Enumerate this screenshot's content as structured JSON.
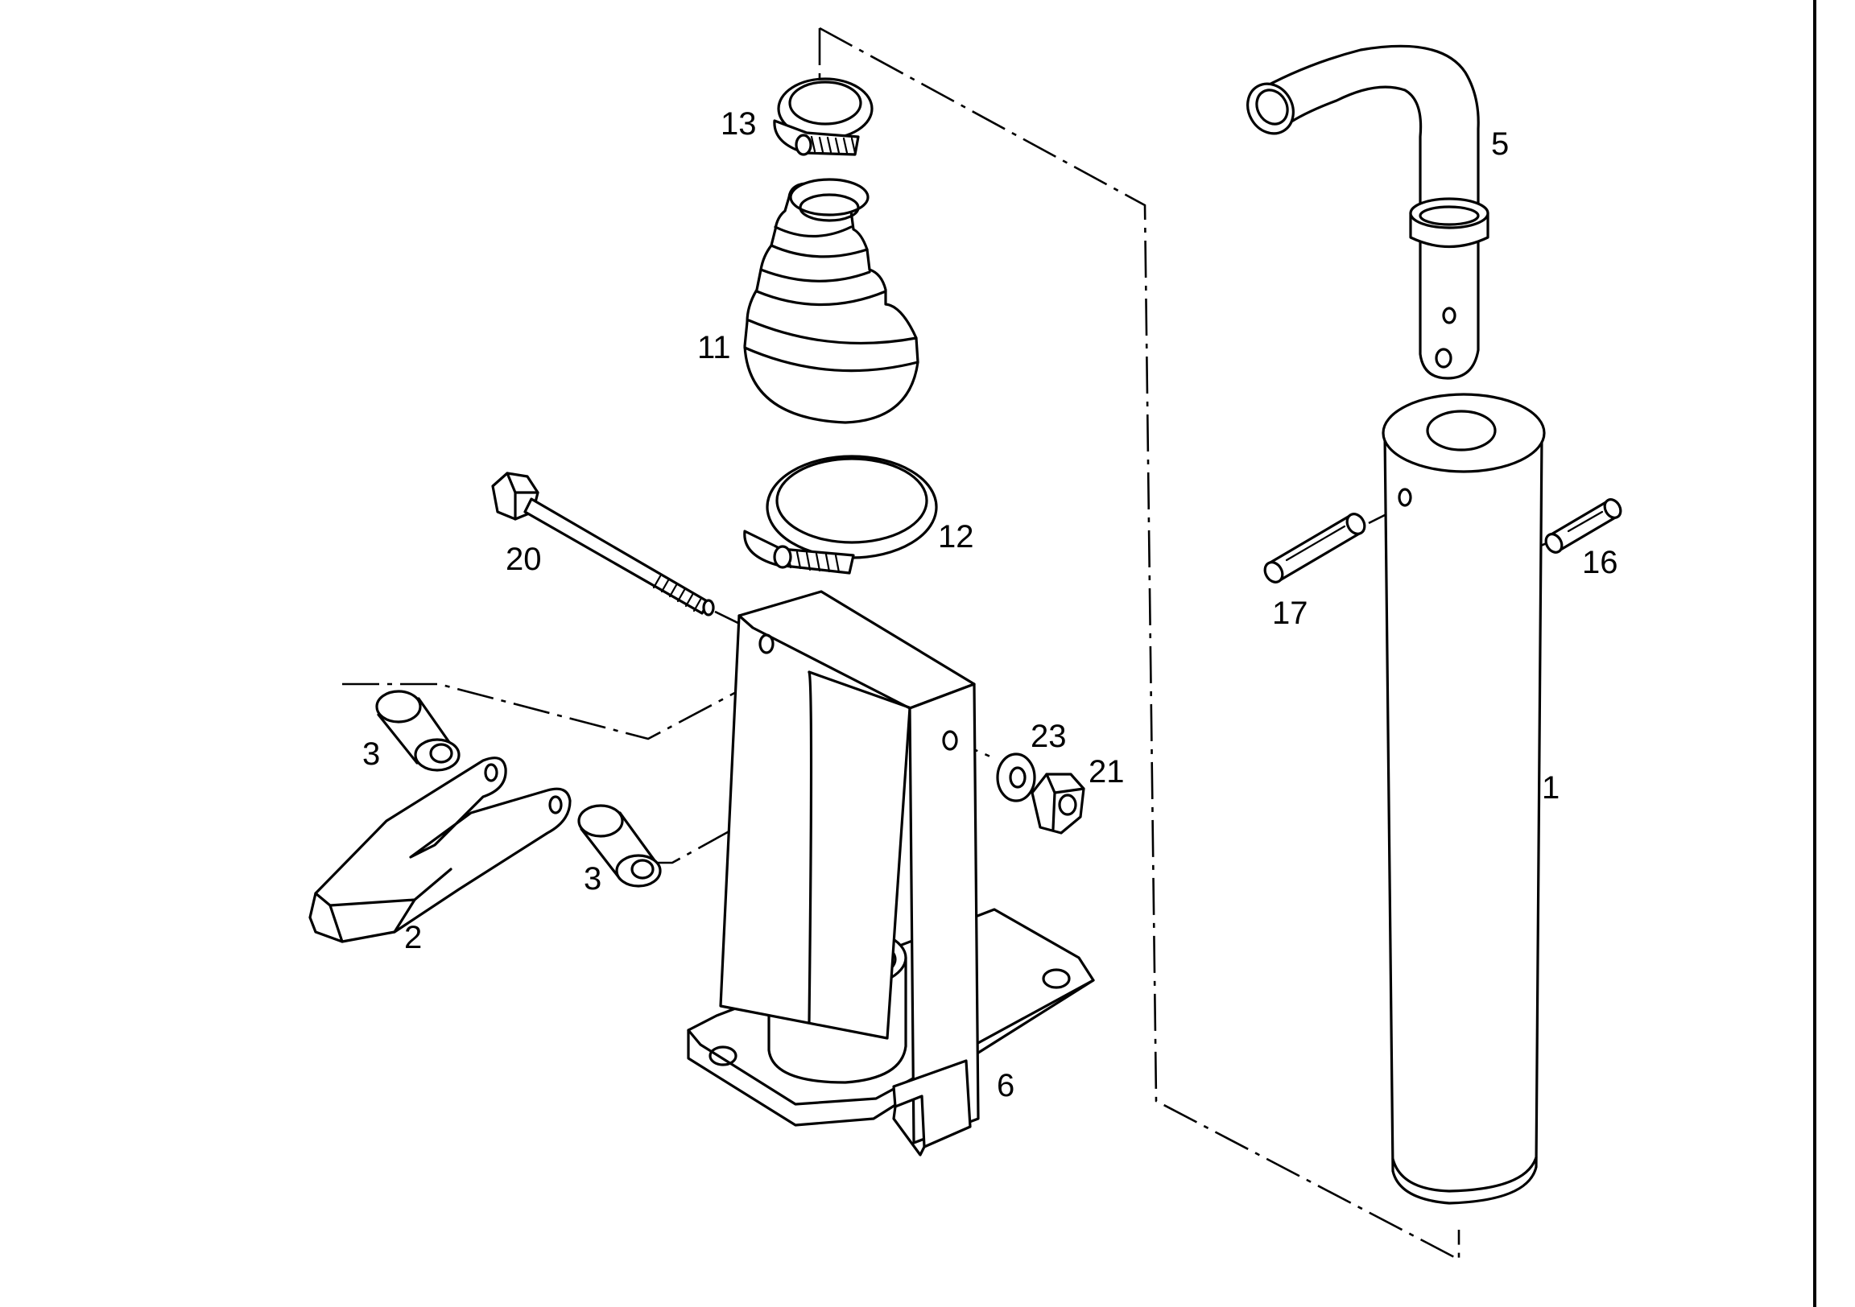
{
  "diagram": {
    "type": "exploded parts diagram",
    "callouts": {
      "part_1": "1",
      "part_2": "2",
      "part_3a": "3",
      "part_3b": "3",
      "part_5": "5",
      "part_6": "6",
      "part_11": "11",
      "part_12": "12",
      "part_13": "13",
      "part_16": "16",
      "part_17": "17",
      "part_20": "20",
      "part_21": "21",
      "part_23": "23"
    },
    "parts": [
      {
        "callout": "1",
        "icon": "tube-icon"
      },
      {
        "callout": "2",
        "icon": "fork-bracket-icon"
      },
      {
        "callout": "3",
        "icon": "bushing-icon"
      },
      {
        "callout": "5",
        "icon": "bent-handle-icon"
      },
      {
        "callout": "6",
        "icon": "base-bracket-icon"
      },
      {
        "callout": "11",
        "icon": "bellows-boot-icon"
      },
      {
        "callout": "12",
        "icon": "hose-clamp-icon"
      },
      {
        "callout": "13",
        "icon": "hose-clamp-icon"
      },
      {
        "callout": "16",
        "icon": "spring-pin-icon"
      },
      {
        "callout": "17",
        "icon": "spring-pin-icon"
      },
      {
        "callout": "20",
        "icon": "bolt-icon"
      },
      {
        "callout": "21",
        "icon": "nut-icon"
      },
      {
        "callout": "23",
        "icon": "washer-icon"
      }
    ],
    "colors": {
      "line": "#000000",
      "background": "#ffffff"
    }
  }
}
